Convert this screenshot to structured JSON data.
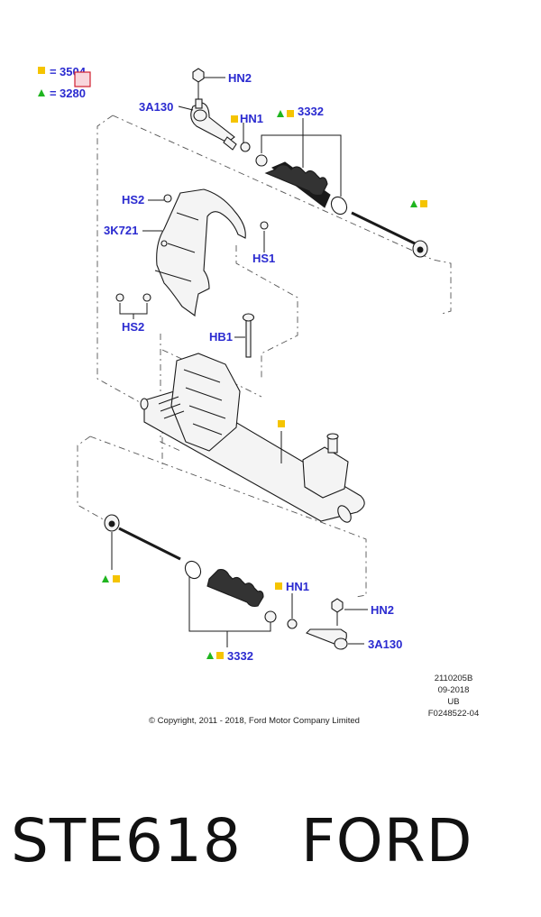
{
  "legend": {
    "square_value": "3504",
    "triangle_value": "3280",
    "square_color": "#f5c400",
    "triangle_color": "#1fb51f"
  },
  "labels": {
    "hn2_top": "HN2",
    "hn2_bottom": "HN2",
    "a130_top": "3A130",
    "a130_bottom": "3A130",
    "hn1_top": "HN1",
    "hn1_bottom": "HN1",
    "boot_top": "3332",
    "boot_bottom": "3332",
    "hs2_top": "HS2",
    "hs2_bottom": "HS2",
    "heat_shield": "3K721",
    "hs1": "HS1",
    "hb1": "HB1"
  },
  "meta": {
    "code1": "2110205B",
    "date": "09-2018",
    "region": "UB",
    "fig": "F0248522-04"
  },
  "copyright": "© Copyright, 2011 - 2018, Ford Motor Company Limited",
  "caption": {
    "part_number": "STE618",
    "brand": "FORD"
  }
}
